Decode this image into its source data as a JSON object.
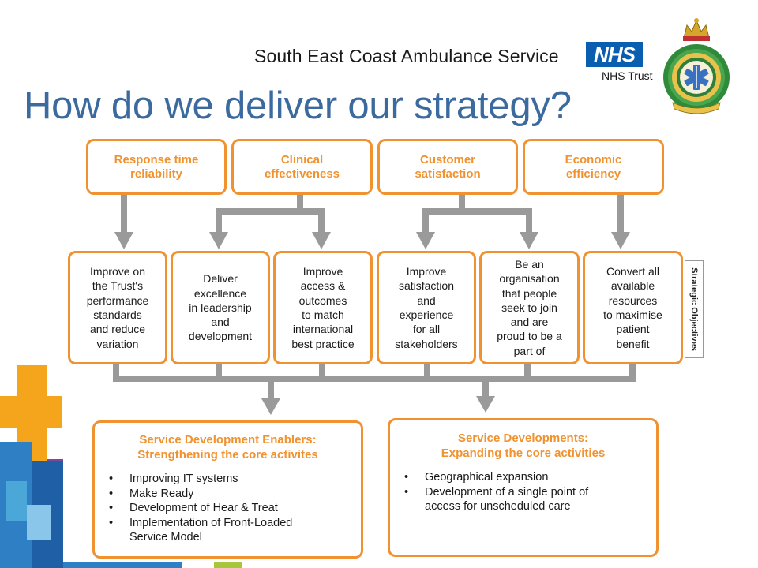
{
  "header": {
    "org_name": "South East Coast Ambulance Service",
    "nhs_logo": "NHS",
    "nhs_trust": "NHS Trust",
    "title": "How do we deliver our strategy?"
  },
  "colors": {
    "accent_orange": "#f0922f",
    "title_blue": "#3b6a9f",
    "nhs_blue": "#0a5eb0",
    "arrow_gray": "#9a9a9a"
  },
  "goals": [
    {
      "label": "Response time\nreliability"
    },
    {
      "label": "Clinical\neffectiveness"
    },
    {
      "label": "Customer\nsatisfaction"
    },
    {
      "label": "Economic\nefficiency"
    }
  ],
  "objectives": [
    {
      "label": "Improve on\nthe Trust's\nperformance\nstandards\nand reduce\nvariation"
    },
    {
      "label": "Deliver\nexcellence\nin leadership\nand\ndevelopment"
    },
    {
      "label": "Improve\naccess &\noutcomes\nto match\ninternational\nbest practice"
    },
    {
      "label": "Improve\nsatisfaction\nand\nexperience\nfor all\nstakeholders"
    },
    {
      "label": "Be an\norganisation\nthat people\nseek to join\nand are\nproud to be a\npart of"
    },
    {
      "label": "Convert all\navailable\nresources\nto maximise\npatient\nbenefit"
    }
  ],
  "side_label": "Strategic Objectives",
  "enablers": {
    "title": "Service Development Enablers:\nStrengthening the core activites",
    "items": [
      "Improving IT systems",
      "Make Ready",
      "Development of Hear & Treat",
      "Implementation of Front-Loaded\nService Model"
    ]
  },
  "developments": {
    "title": "Service Developments:\nExpanding the core activities",
    "items": [
      "Geographical expansion",
      "Development of a single point of\naccess for unscheduled care"
    ]
  }
}
